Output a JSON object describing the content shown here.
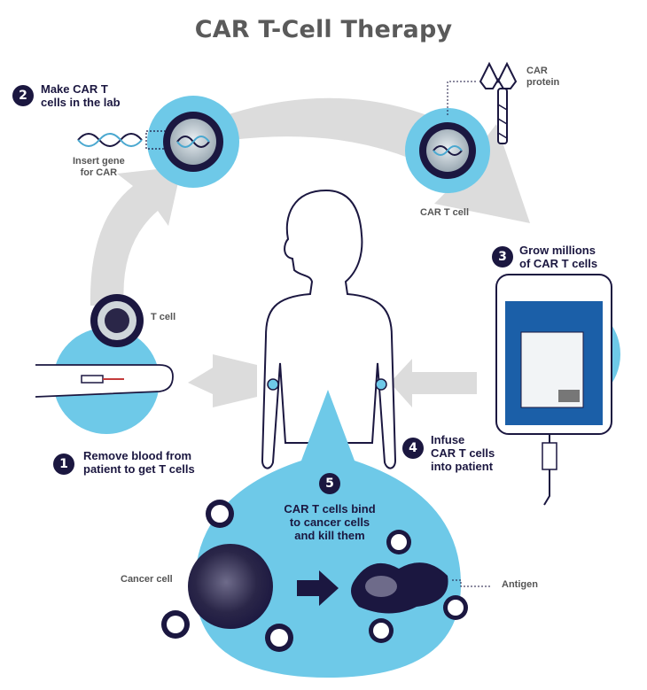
{
  "title": "CAR T-Cell Therapy",
  "steps": [
    {
      "number": "1",
      "text": "Remove blood from\npatient to get T cells"
    },
    {
      "number": "2",
      "text": "Make CAR T\ncells in the lab"
    },
    {
      "number": "3",
      "text": "Grow millions\nof CAR T cells"
    },
    {
      "number": "4",
      "text": "Infuse\nCAR T cells\ninto patient"
    },
    {
      "number": "5",
      "text": "CAR T cells bind\nto cancer cells\nand kill them"
    }
  ],
  "labels": {
    "insert_gene": "Insert gene\nfor CAR",
    "car_protein": "CAR\nprotein",
    "car_t_cell": "CAR T cell",
    "t_cell": "T cell",
    "cancer_cell": "Cancer cell",
    "antigen": "Antigen"
  },
  "colors": {
    "navy": "#1b1740",
    "light_blue": "#6ec9e8",
    "arrow_gray": "#d9d9d9",
    "title_gray": "#5a5a5a"
  }
}
